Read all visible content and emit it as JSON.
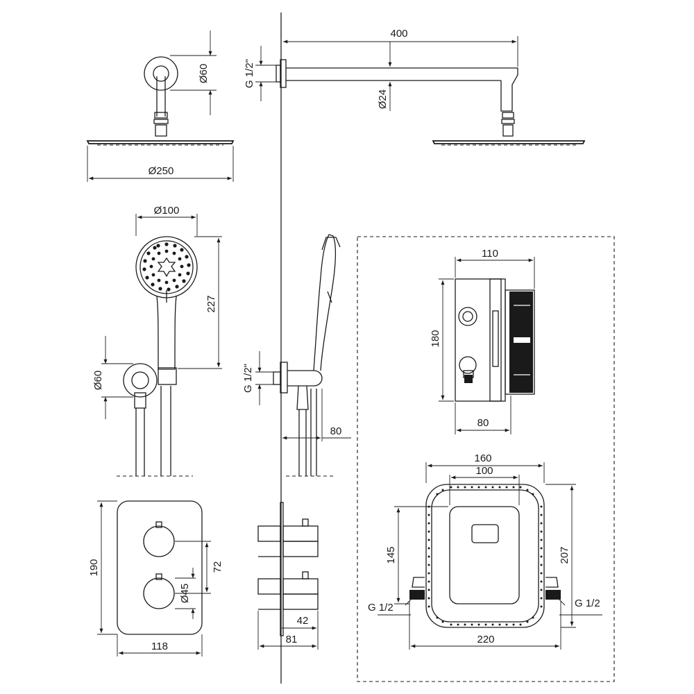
{
  "dimensions": {
    "arm_length": "400",
    "wall_thread_top": "G 1/2\"",
    "arm_tube": "Ø24",
    "rose_flange": "Ø60",
    "rose_diameter": "Ø250",
    "handshower_head": "Ø100",
    "handshower_length": "227",
    "outlet_flange": "Ø60",
    "outlet_thread": "G 1/2\"",
    "outlet_projection": "80",
    "panel_height": "190",
    "panel_width": "118",
    "knob_spacing": "72",
    "knob_diameter": "Ø45",
    "panel_depth_small": "42",
    "panel_depth_total": "81",
    "box_width_top": "110",
    "box_height": "180",
    "box_depth": "80",
    "frame_outer": "160",
    "frame_inner": "100",
    "frame_height_inner": "145",
    "frame_height_total": "207",
    "inlet_left": "G 1/2",
    "inlet_right": "G 1/2",
    "frame_width_total": "220"
  }
}
